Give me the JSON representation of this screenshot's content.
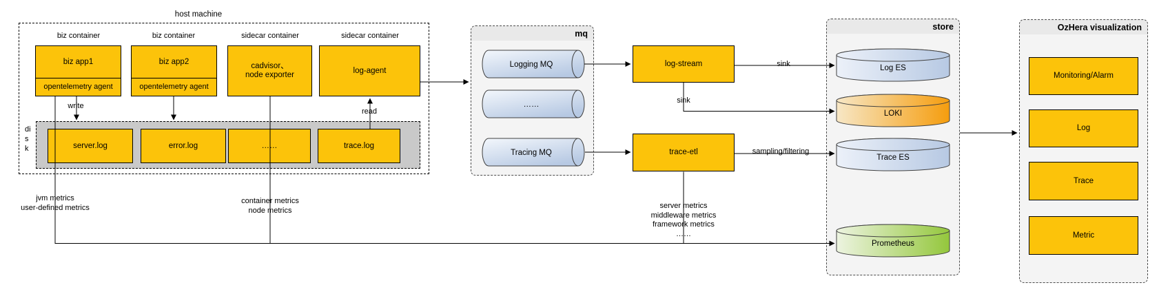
{
  "host": {
    "title": "host machine",
    "containers": [
      {
        "type_label": "biz container",
        "app": "biz app1",
        "agent": "opentelemetry agent"
      },
      {
        "type_label": "biz container",
        "app": "biz app2",
        "agent": "opentelemetry agent"
      },
      {
        "type_label": "sidecar container",
        "line1": "cadvisor、",
        "line2": "node exporter"
      },
      {
        "type_label": "sidecar container",
        "app": "log-agent"
      }
    ],
    "disk": {
      "label": "disk",
      "files": [
        "server.log",
        "error.log",
        "……",
        "trace.log"
      ]
    }
  },
  "edge_labels": {
    "write": "write",
    "read": "read",
    "sink_log_es": "sink",
    "sink_loki": "sink",
    "sampling": "sampling/filtering"
  },
  "metric_annotations": [
    {
      "lines": [
        "jvm metrics",
        "user-defined metrics"
      ]
    },
    {
      "lines": [
        "container metrics",
        "node metrics"
      ]
    },
    {
      "lines": [
        "server metrics",
        "middleware metrics",
        "framework metrics",
        "……"
      ]
    }
  ],
  "mq": {
    "title": "mq",
    "queues": [
      "Logging MQ",
      "……",
      "Tracing MQ"
    ]
  },
  "processors": [
    {
      "label": "log-stream"
    },
    {
      "label": "trace-etl"
    }
  ],
  "store": {
    "title": "store",
    "databases": [
      {
        "name": "Log ES",
        "color": "blue"
      },
      {
        "name": "LOKI",
        "color": "orange"
      },
      {
        "name": "Trace ES",
        "color": "blue"
      },
      {
        "name": "Prometheus",
        "color": "green"
      }
    ]
  },
  "visualization": {
    "title": "OzHera visualization",
    "panels": [
      "Monitoring/Alarm",
      "Log",
      "Trace",
      "Metric"
    ]
  },
  "colors": {
    "node_yellow": "#FCC30A",
    "disk_gray": "#C9C9C9",
    "section_bg": "#F4F4F4",
    "section_header_bg": "#E9E9E9",
    "mq_cylinder_light": "#F3F7FC",
    "mq_cylinder_dark": "#B7C9E3",
    "es_cylinder_light": "#ECF1F9",
    "es_cylinder_dark": "#B7C9E3",
    "loki_light": "#F7E7C6",
    "loki_dark": "#F59D0E",
    "prometheus_light": "#EDF4E1",
    "prometheus_dark": "#94C73C",
    "line_color": "#000000"
  }
}
